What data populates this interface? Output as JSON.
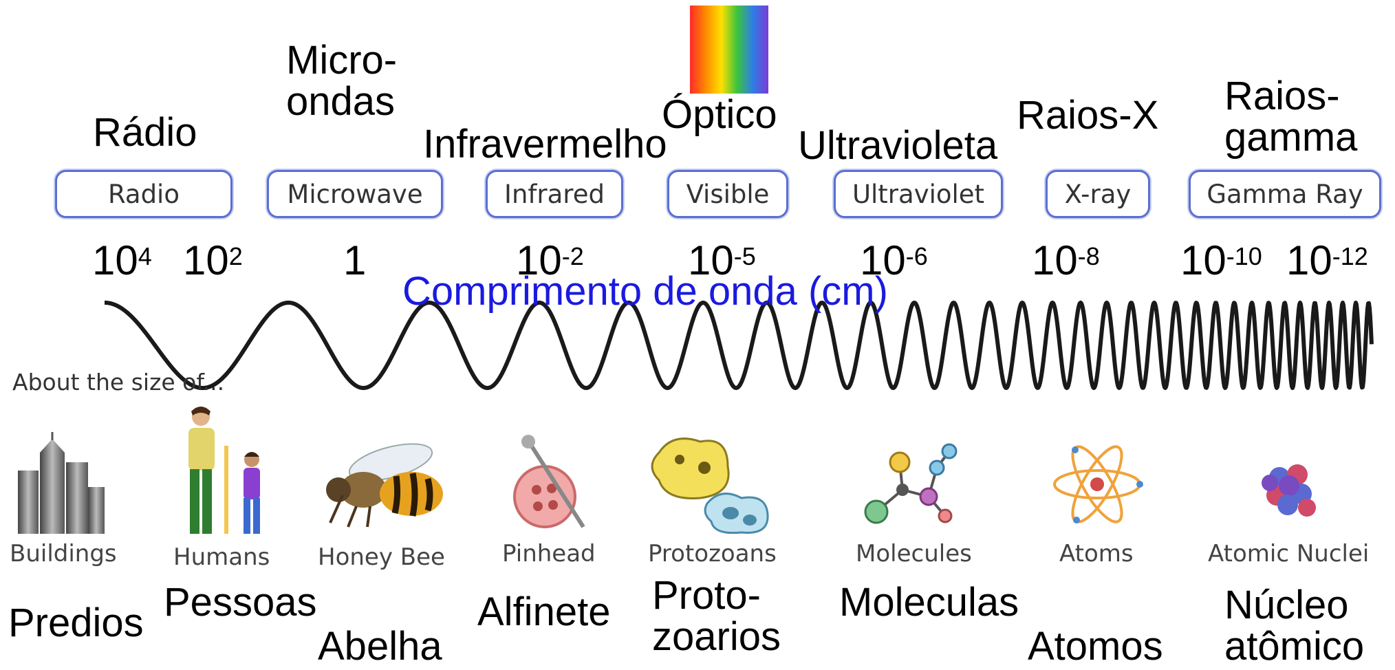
{
  "bands": [
    {
      "id": "radio",
      "label_pt": "Rádio",
      "label_en": "Radio"
    },
    {
      "id": "microwave",
      "label_pt": "Micro-\nondas",
      "label_en": "Microwave"
    },
    {
      "id": "infrared",
      "label_pt": "Infravermelho",
      "label_en": "Infrared"
    },
    {
      "id": "visible",
      "label_pt": "Óptico",
      "label_en": "Visible"
    },
    {
      "id": "ultraviolet",
      "label_pt": "Ultravioleta",
      "label_en": "Ultraviolet"
    },
    {
      "id": "xray",
      "label_pt": "Raios-X",
      "label_en": "X-ray"
    },
    {
      "id": "gamma",
      "label_pt": "Raios-\ngamma",
      "label_en": "Gamma Ray"
    }
  ],
  "wavelengths": [
    {
      "base": "10",
      "exp": "4"
    },
    {
      "base": "10",
      "exp": "2"
    },
    {
      "base": "1",
      "exp": ""
    },
    {
      "base": "10",
      "exp": "-2"
    },
    {
      "base": "10",
      "exp": "-5"
    },
    {
      "base": "10",
      "exp": "-6"
    },
    {
      "base": "10",
      "exp": "-8"
    },
    {
      "base": "10",
      "exp": "-10"
    },
    {
      "base": "10",
      "exp": "-12"
    }
  ],
  "axis_label": "Comprimento de onda (cm)",
  "size_heading": "About the size of...",
  "objects": [
    {
      "id": "buildings",
      "en": "Buildings",
      "pt": "Predios",
      "icon": "buildings-icon"
    },
    {
      "id": "humans",
      "en": "Humans",
      "pt": "Pessoas",
      "icon": "humans-icon"
    },
    {
      "id": "bee",
      "en": "Honey Bee",
      "pt": "Abelha",
      "icon": "bee-icon"
    },
    {
      "id": "pinhead",
      "en": "Pinhead",
      "pt": "Alfinete",
      "icon": "pinhead-icon"
    },
    {
      "id": "protozoans",
      "en": "Protozoans",
      "pt": "Proto-\nzoarios",
      "icon": "protozoa-icon"
    },
    {
      "id": "molecules",
      "en": "Molecules",
      "pt": "Moleculas",
      "icon": "molecule-icon"
    },
    {
      "id": "atoms",
      "en": "Atoms",
      "pt": "Atomos",
      "icon": "atom-icon"
    },
    {
      "id": "nuclei",
      "en": "Atomic Nuclei",
      "pt": "Núcleo\natômico",
      "icon": "nucleus-icon"
    }
  ],
  "colors": {
    "pill_border": "#5a6fd0",
    "axis_label": "#1a1adf",
    "wave": "#1a1a1a"
  }
}
